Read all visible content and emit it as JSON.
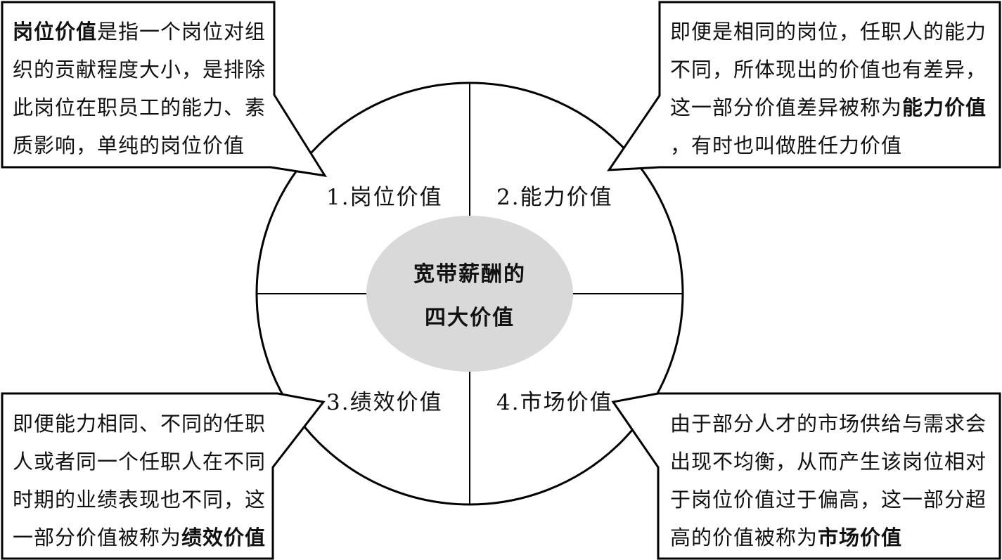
{
  "center": {
    "line1": "宽带薪酬的",
    "line2": "四大价值"
  },
  "quadrants": {
    "q1": "1.岗位价值",
    "q2": "2.能力价值",
    "q3": "3.绩效价值",
    "q4": "4.市场价值"
  },
  "callouts": {
    "top_left": {
      "bold": "岗位价值",
      "line1_rest": "是指一个岗位对组",
      "line2": "织的贡献程度大小，是排除",
      "line3": "此岗位在职员工的能力、素",
      "line4": "质影响，单纯的岗位价值"
    },
    "top_right": {
      "line1": "即便是相同的岗位，任职人的能力",
      "line2": "不同，所体现出的价值也有差异，",
      "line3_plain": "这一部分价值差异被称为",
      "line3_bold": "能力价值",
      "line4": "，有时也叫做胜任力价值"
    },
    "bottom_left": {
      "line1": "即便能力相同、不同的任职",
      "line2": "人或者同一个任职人在不同",
      "line3": "时期的业绩表现也不同，这",
      "line4_plain": "一部分价值被称为",
      "line4_bold": "绩效价值"
    },
    "bottom_right": {
      "line1": "由于部分人才的市场供给与需求会",
      "line2": "出现不均衡，从而产生该岗位相对",
      "line3": "于岗位价值过于偏高，这一部分超",
      "line4_plain": "高的价值被称为",
      "line4_bold": "市场价值"
    }
  }
}
